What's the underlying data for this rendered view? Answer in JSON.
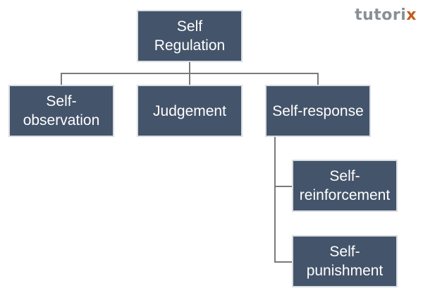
{
  "logo": {
    "main": "tutori",
    "accent": "x"
  },
  "nodes": {
    "root": {
      "line1": "Self",
      "line2": "Regulation"
    },
    "observation": {
      "line1": "Self-",
      "line2": "observation"
    },
    "judgement": {
      "label": "Judgement"
    },
    "response": {
      "label": "Self-response"
    },
    "reinforcement": {
      "line1": "Self-",
      "line2": "reinforcement"
    },
    "punishment": {
      "line1": "Self-",
      "line2": "punishment"
    }
  },
  "colors": {
    "box_fill": "#44546a",
    "box_border": "#d8dde3",
    "connector": "#7a7a7a",
    "logo_text": "#8a8f96",
    "logo_accent": "#c45a1a"
  }
}
